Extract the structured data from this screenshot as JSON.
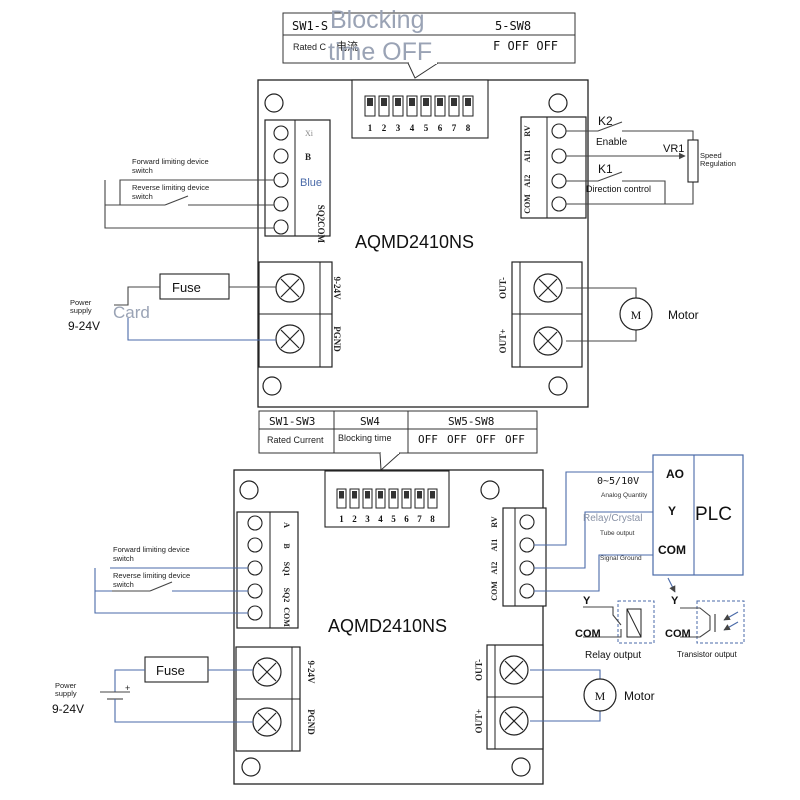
{
  "top": {
    "board_name": "AQMD2410NS",
    "dip_numbers": [
      "1",
      "2",
      "3",
      "4",
      "5",
      "6",
      "7",
      "8"
    ],
    "table": {
      "sw_left": "SW1-S",
      "sw_right": "5-SW8",
      "rated": "Rated C",
      "chinese": "电流",
      "off_values": "F OFF OFF"
    },
    "overlay_caption_line1": "Blocking",
    "overlay_caption_line2": "time OFF",
    "left_pins": [
      "Xi",
      "B",
      "Blue",
      "SQ2",
      "COM"
    ],
    "forward_label_line1": "Forward limiting device",
    "forward_label_line2": "switch",
    "reverse_label_line1": "Reverse limiting device",
    "reverse_label_line2": "switch",
    "fuse": "Fuse",
    "power_label_line1": "Power",
    "power_label_line2": "supply",
    "voltage": "9-24V",
    "card_overlay": "Card",
    "power_pos": "9-24V",
    "power_gnd": "PGND",
    "right_pins": [
      "RV",
      "AI1",
      "AI2",
      "COM"
    ],
    "k2": "K2",
    "enable": "Enable",
    "vr1": "VR1",
    "speed_line1": "Speed",
    "speed_line2": "Regulation",
    "k1": "K1",
    "direction": "Direction control",
    "out_minus": "OUT-",
    "out_plus": "OUT+",
    "motor_symbol": "M",
    "motor": "Motor"
  },
  "bottom": {
    "board_name": "AQMD2410NS",
    "dip_numbers": [
      "1",
      "2",
      "3",
      "4",
      "5",
      "6",
      "7",
      "8"
    ],
    "table": {
      "sw1": "SW1-SW3",
      "sw4": "SW4",
      "sw5": "SW5-SW8",
      "rated": "Rated Current",
      "blocking": "Blocking time",
      "off": [
        "OFF",
        "OFF",
        "OFF",
        "OFF"
      ]
    },
    "left_pins": [
      "A",
      "B",
      "SQ1",
      "SQ2",
      "COM"
    ],
    "forward_label_line1": "Forward limiting device",
    "forward_label_line2": "switch",
    "reverse_label_line1": "Reverse limiting device",
    "reverse_label_line2": "switch",
    "fuse": "Fuse",
    "power_label_line1": "Power",
    "power_label_line2": "supply",
    "voltage": "9-24V",
    "plus": "+",
    "power_pos": "9-24V",
    "power_gnd": "PGND",
    "right_pins": [
      "RV",
      "AI1",
      "AI2",
      "COM"
    ],
    "plc": "PLC",
    "ao": "AO",
    "y": "Y",
    "com": "COM",
    "analog_range": "0~5/10V",
    "analog_quantity": "Analog Quantity",
    "relay_crystal": "Relay/Crystal",
    "tube_output": "Tube output",
    "signal_ground": "Signal Ground",
    "relay_y": "Y",
    "relay_com": "COM",
    "relay_output": "Relay output",
    "trans_y": "Y",
    "trans_com": "COM",
    "transistor_output": "Transistor output",
    "out_minus": "OUT-",
    "out_plus": "OUT+",
    "motor_symbol": "M",
    "motor": "Motor"
  }
}
